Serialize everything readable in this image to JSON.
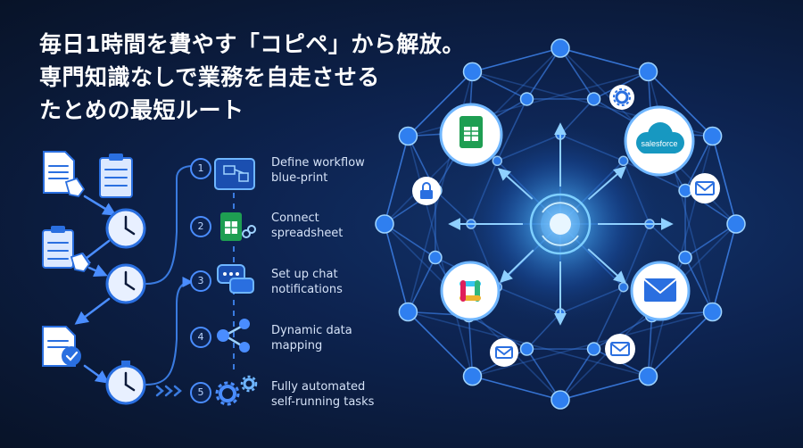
{
  "headline": {
    "line1": "毎日1時間を費やす「コピペ」から解放。",
    "line2": "専門知識なしで業務を自走させる",
    "line3": "たとめの最短ルート"
  },
  "steps": [
    {
      "number": "1",
      "line1": "Define workflow",
      "line2": "blue-print",
      "icon": "blueprint-icon"
    },
    {
      "number": "2",
      "line1": "Connect",
      "line2": "spreadsheet",
      "icon": "spreadsheet-link-icon"
    },
    {
      "number": "3",
      "line1": "Set up chat",
      "line2": "notifications",
      "icon": "chat-bubbles-icon"
    },
    {
      "number": "4",
      "line1": "Dynamic data",
      "line2": "mapping",
      "icon": "share-nodes-icon"
    },
    {
      "number": "5",
      "line1": "Fully automated",
      "line2": "self-running tasks",
      "icon": "gears-icon"
    }
  ],
  "hub": {
    "salesforce_label": "salesforce"
  },
  "colors": {
    "background": "#0c1a3a",
    "accent": "#4a8dff",
    "line": "#3a7be0",
    "sheets_green": "#1e9e52",
    "salesforce_blue": "#1798c1",
    "text": "#ffffff"
  }
}
